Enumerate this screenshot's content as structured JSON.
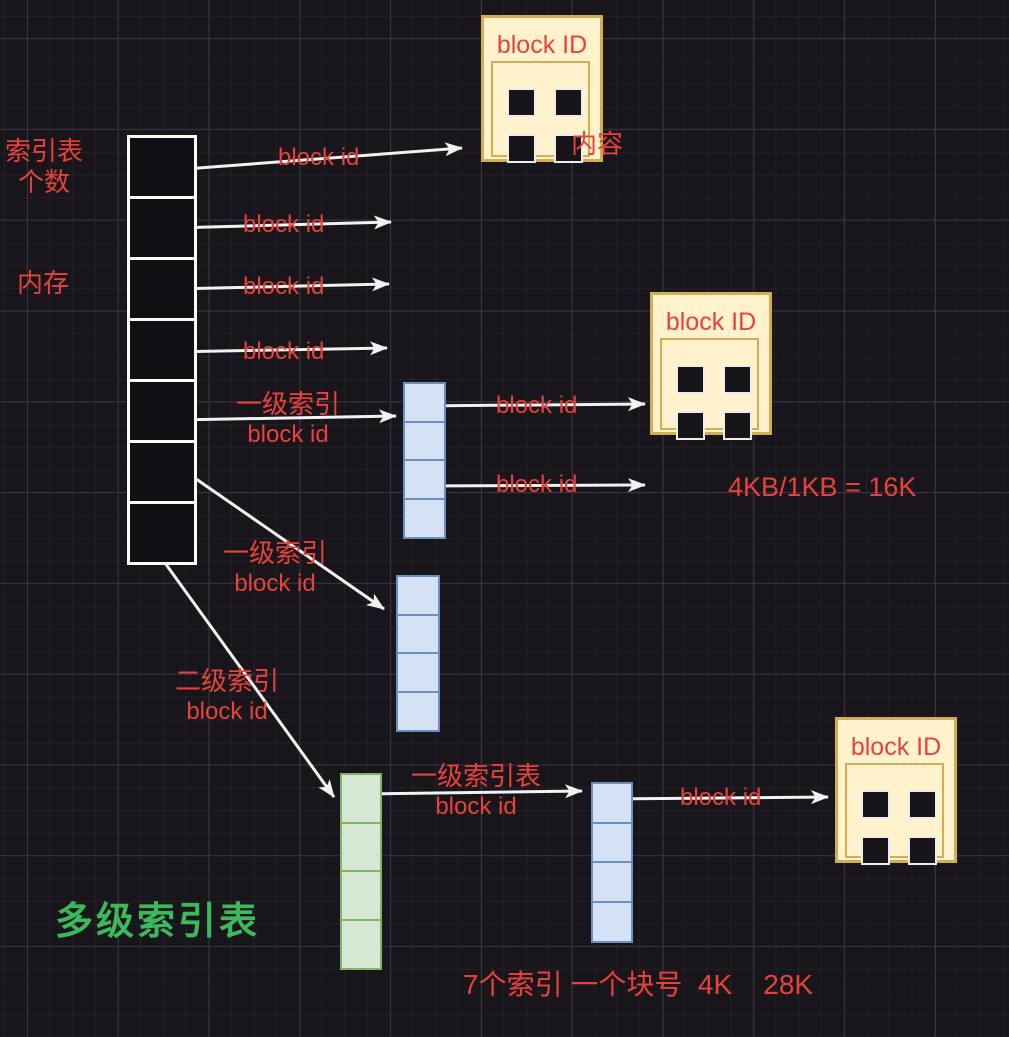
{
  "canvas": {
    "background": "#18151b",
    "grid_minor_color": "#232028",
    "grid_major_color": "#393440"
  },
  "colors": {
    "label_red": "#e8423b",
    "title_green": "#3cb95a",
    "connector_white": "#f2f2f2",
    "memory_cell_fill": "#110e14",
    "memory_cell_border": "#fafafa",
    "data_box_fill": "#fff2cc",
    "data_box_border": "#d1ae52",
    "index_block_fill": "#d5e1f5",
    "index_block_border": "#6c8ebf",
    "index_table_fill": "#d5e8d4",
    "index_table_border": "#82b366",
    "inner_square_fill": "#17141a",
    "inner_square_border": "#ededed"
  },
  "labels": {
    "index_count_line1": "索引表",
    "index_count_line2": "个数",
    "memory": "内存",
    "content": "内容",
    "block_id": "block id",
    "block_id_title": "block ID",
    "level1_index": "一级索引",
    "level2_index": "二级索引",
    "level1_index_table": "一级索引表",
    "formula": "4KB/1KB = 16K",
    "bottom_note": "7个索引 一个块号  4K    28K",
    "diagram_title": "多级索引表"
  },
  "structure": {
    "memory_table_cells": 7,
    "index_stack_cells": 4,
    "data_box_count": 3
  }
}
